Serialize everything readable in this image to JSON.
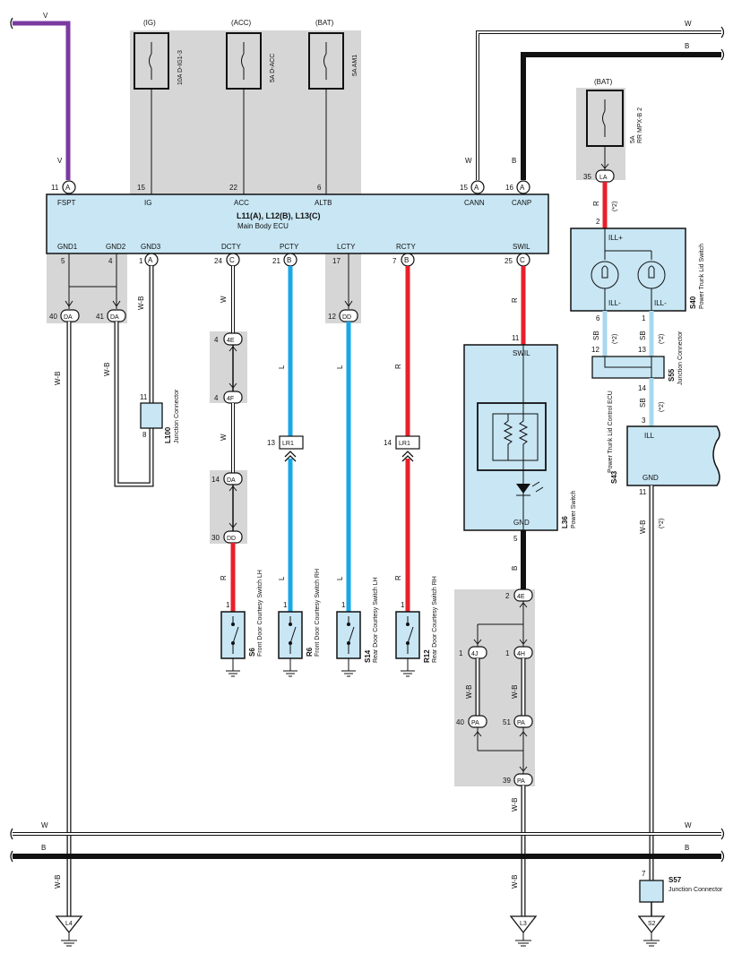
{
  "top_left": {
    "wire": "V"
  },
  "fuses": [
    {
      "supply": "(IG)",
      "name": "10A D-IG1-3",
      "pin": "15",
      "term": "IG"
    },
    {
      "supply": "(ACC)",
      "name": "5A D-ACC",
      "pin": "22",
      "term": "ACC"
    },
    {
      "supply": "(BAT)",
      "name": "5A AM1",
      "pin": "6",
      "term": "ALTB"
    }
  ],
  "fspt": {
    "pin": "11",
    "conn": "A",
    "term": "FSPT",
    "wire": "V"
  },
  "can": {
    "cann": {
      "pin": "15",
      "conn": "A",
      "term": "CANN",
      "wire": "W"
    },
    "canp": {
      "pin": "16",
      "conn": "A",
      "term": "CANP",
      "wire": "B"
    }
  },
  "ecu": {
    "title": "L11(A), L12(B), L13(C)",
    "subtitle": "Main Body ECU"
  },
  "bottom_terms": [
    {
      "term": "GND1",
      "pin": "5",
      "conn": ""
    },
    {
      "term": "GND2",
      "pin": "4",
      "conn": ""
    },
    {
      "term": "GND3",
      "pin": "1",
      "conn": "A"
    },
    {
      "term": "DCTY",
      "pin": "24",
      "conn": "C"
    },
    {
      "term": "PCTY",
      "pin": "21",
      "conn": "B"
    },
    {
      "term": "LCTY",
      "pin": "17",
      "conn": ""
    },
    {
      "term": "RCTY",
      "pin": "7",
      "conn": "B"
    },
    {
      "term": "SWIL",
      "pin": "25",
      "conn": "C"
    }
  ],
  "gnd_joints": [
    {
      "pin": "40",
      "conn": "DA",
      "wire": "W-B"
    },
    {
      "pin": "41",
      "conn": "DA",
      "wire": "W-B"
    }
  ],
  "gnd3_wire": "W-B",
  "l100": {
    "id": "L100",
    "name": "Junction Connector",
    "pin_top": "11",
    "pin_bottom": "8"
  },
  "dcty_path": {
    "wire1": "W",
    "c1": {
      "pin": "4",
      "conn": "4E"
    },
    "c2": {
      "pin": "4",
      "conn": "4F"
    },
    "wire2": "W",
    "c3": {
      "pin": "14",
      "conn": "DA"
    },
    "c4": {
      "pin": "30",
      "conn": "DD"
    },
    "wire3": "R"
  },
  "pcty_path": {
    "wire": "L",
    "inline": {
      "pin": "13",
      "conn": "LR1"
    },
    "wire2": "L"
  },
  "lcty_path": {
    "joint": {
      "pin": "12",
      "conn": "DD"
    },
    "wire": "L",
    "wire2": "L"
  },
  "rcty_path": {
    "wire": "R",
    "inline": {
      "pin": "14",
      "conn": "LR1"
    },
    "wire2": "R"
  },
  "switches": [
    {
      "id": "S6",
      "name": "Front Door Courtesy Switch LH",
      "pin": "1"
    },
    {
      "id": "R6",
      "name": "Front Door Courtesy Switch RH",
      "pin": "1"
    },
    {
      "id": "S14",
      "name": "Rear Door Courtesy Switch LH",
      "pin": "1"
    },
    {
      "id": "R12",
      "name": "Rear Door Courtesy Switch RH",
      "pin": "1"
    }
  ],
  "power_switch": {
    "id": "L36",
    "name": "Power Switch",
    "swil": "SWIL",
    "pin_in": "11",
    "gnd": "GND",
    "pin_out": "5",
    "wire_in": "R",
    "wire_out": "B"
  },
  "ps_ground": {
    "c1": {
      "pin": "2",
      "conn": "4E"
    },
    "c2": {
      "pin": "1",
      "conn": "4J"
    },
    "c3": {
      "pin": "1",
      "conn": "4H"
    },
    "c4": {
      "pin": "40",
      "conn": "PA"
    },
    "c5": {
      "pin": "51",
      "conn": "PA"
    },
    "c6": {
      "pin": "39",
      "conn": "PA"
    },
    "wire": "W-B"
  },
  "bat_fuse": {
    "supply": "(BAT)",
    "name": "5A",
    "name2": "RR MPX-B 2",
    "pin": "35",
    "conn": "LA",
    "wire": "R",
    "note": "(*2)"
  },
  "s40": {
    "id": "S40",
    "name": "Power Trunk Lid Switch",
    "pin_in": "2",
    "ill_plus": "ILL+",
    "ill_m1": "ILL-",
    "ill_m2": "ILL-",
    "pin_out1": "6",
    "pin_out2": "1"
  },
  "s55": {
    "id": "S55",
    "name": "Junction Connector",
    "pin1": "12",
    "pin2": "13",
    "pin3": "14",
    "wire": "SB",
    "note": "(*2)"
  },
  "s43": {
    "id": "S43",
    "name": "Power Trunk Lid Control ECU",
    "ill": "ILL",
    "gnd": "GND",
    "pin_in": "3",
    "pin_out": "11",
    "wire_in": "SB",
    "wire_out": "W-B",
    "note": "(*2)"
  },
  "s57": {
    "id": "S57",
    "name": "Junction Connector",
    "pin": "7"
  },
  "bus": {
    "w": "W",
    "b": "B"
  },
  "grounds": [
    "L4",
    "L3",
    "S2"
  ],
  "gnd_wires": {
    "l4": "W-B",
    "l3": "W-B"
  }
}
